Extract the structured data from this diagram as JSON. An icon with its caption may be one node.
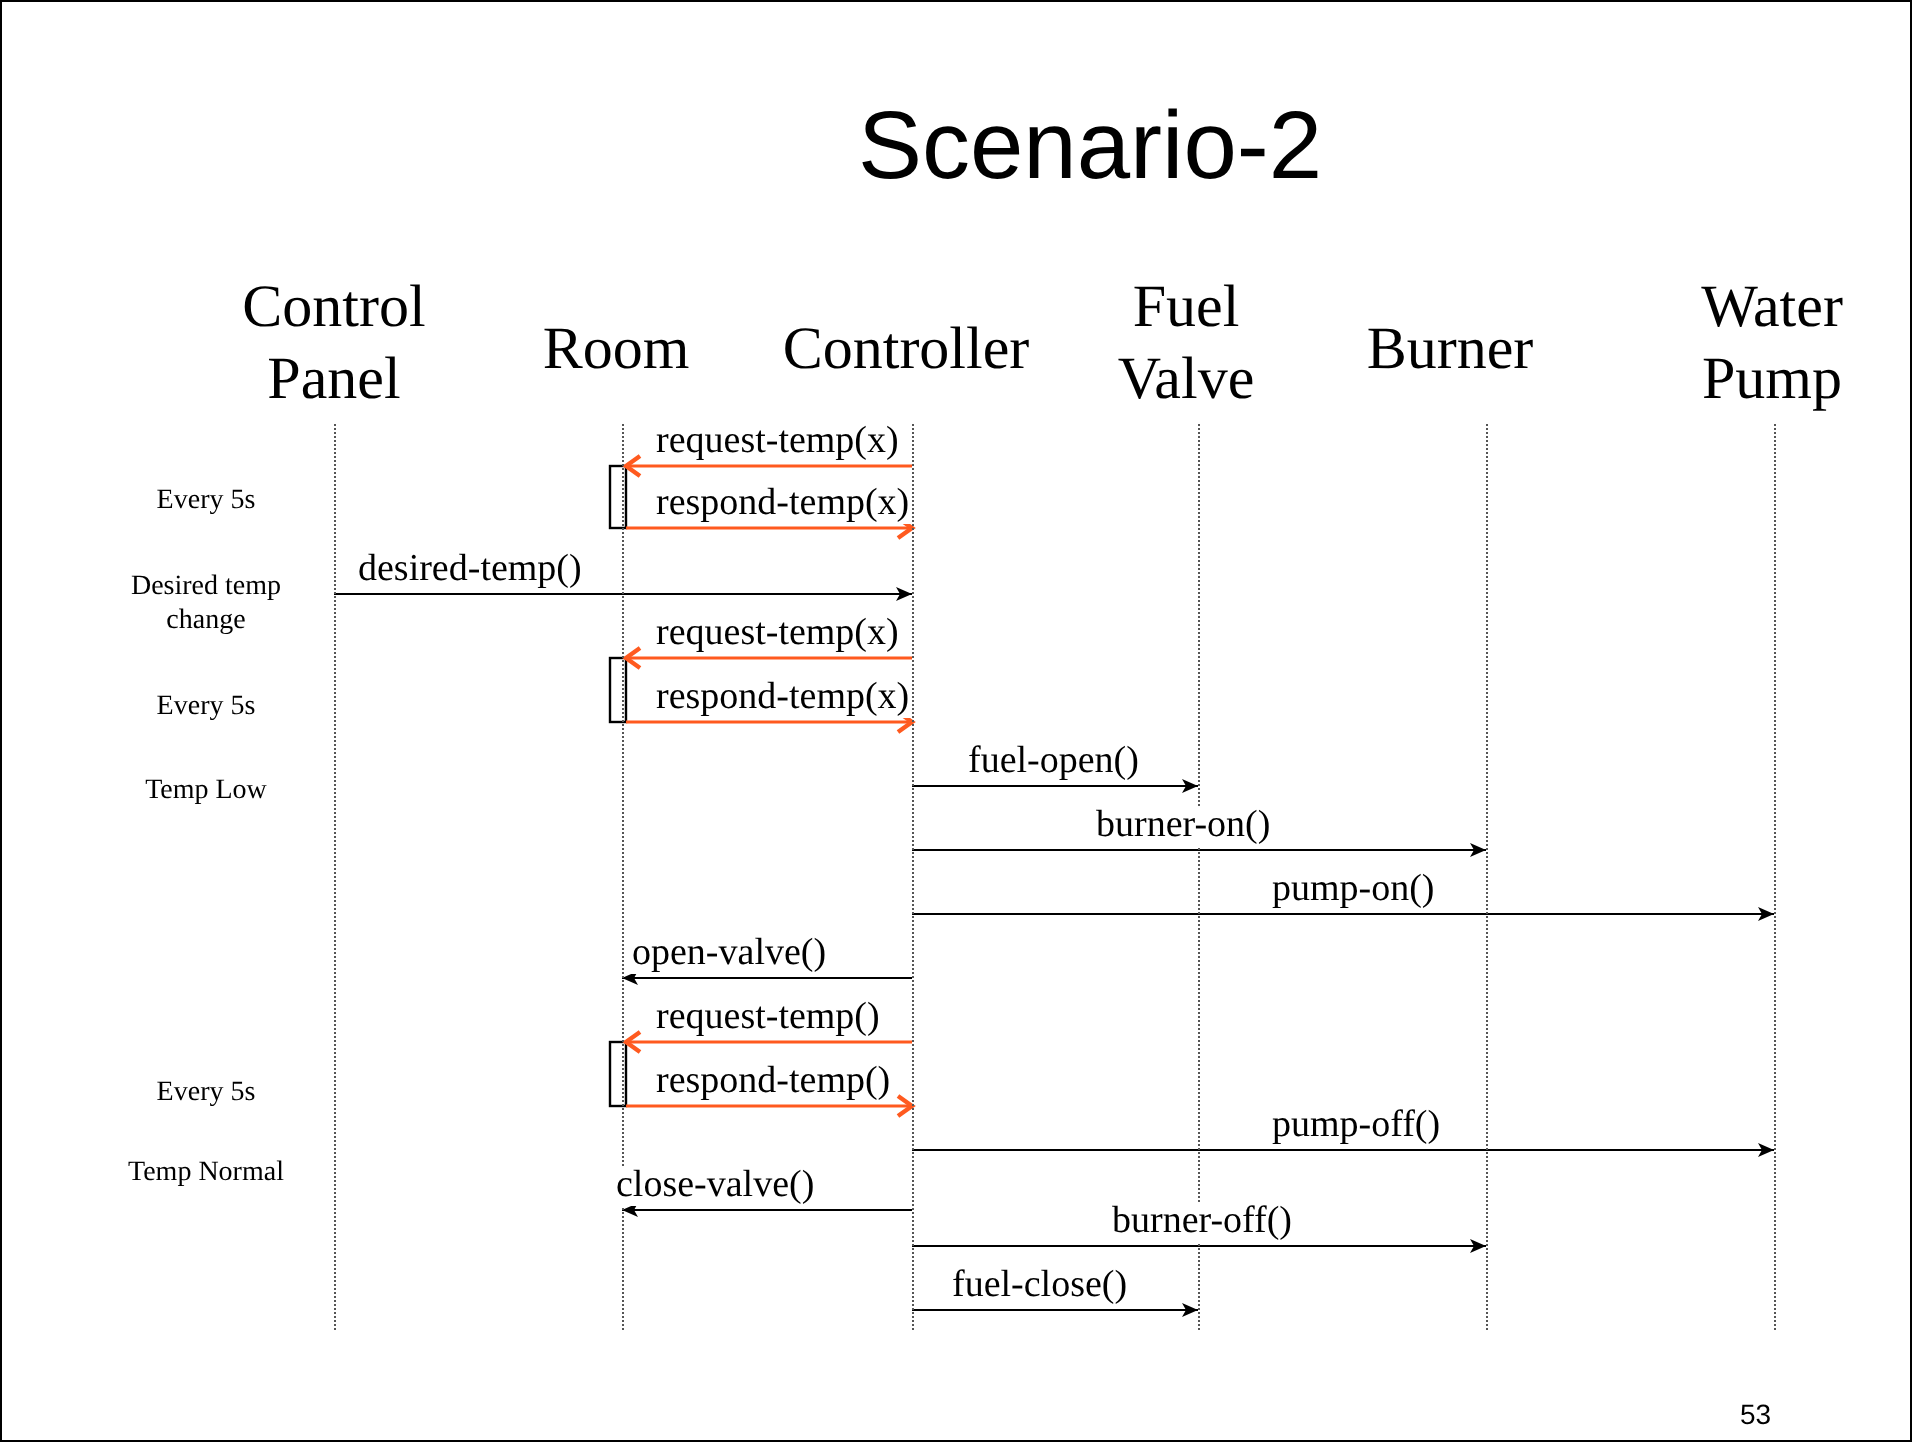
{
  "diagram": {
    "title": "Scenario-2",
    "nodes": [
      {
        "text": [
          "Control Panel"
        ]
      },
      {
        "text": [
          "Room"
        ]
      },
      {
        "text": [
          "Controller"
        ]
      },
      {
        "text": [
          "Fuel Valve"
        ]
      },
      {
        "text": [
          "Burner"
        ]
      },
      {
        "text": [
          "Water Pump"
        ]
      }
    ],
    "edges": [
      {
        "from": 2,
        "to": 1,
        "arrow": "to",
        "label": "request-temp(x)",
        "color": "#ff5a1f"
      },
      {
        "from": 1,
        "to": 2,
        "arrow": "to",
        "label": "respond-temp(x)",
        "color": "#ff5a1f"
      },
      {
        "from": 0,
        "to": 2,
        "arrow": "to",
        "label": "desired-temp()"
      },
      {
        "from": 2,
        "to": 1,
        "arrow": "to",
        "label": "request-temp(x)",
        "color": "#ff5a1f"
      },
      {
        "from": 1,
        "to": 2,
        "arrow": "to",
        "label": "respond-temp(x)",
        "color": "#ff5a1f"
      },
      {
        "from": 2,
        "to": 3,
        "arrow": "to",
        "label": "fuel-open()"
      },
      {
        "from": 2,
        "to": 4,
        "arrow": "to",
        "label": "burner-on()"
      },
      {
        "from": 2,
        "to": 5,
        "arrow": "to",
        "label": "pump-on()"
      },
      {
        "from": 2,
        "to": 1,
        "arrow": "to",
        "label": "open-valve()"
      },
      {
        "from": 2,
        "to": 1,
        "arrow": "to",
        "label": "request-temp()",
        "color": "#ff5a1f"
      },
      {
        "from": 1,
        "to": 2,
        "arrow": "to",
        "label": "respond-temp()",
        "color": "#ff5a1f"
      },
      {
        "from": 2,
        "to": 5,
        "arrow": "to",
        "label": "pump-off()"
      },
      {
        "from": 2,
        "to": 1,
        "arrow": "to",
        "label": "close-valve()"
      },
      {
        "from": 2,
        "to": 4,
        "arrow": "to",
        "label": "burner-off()"
      },
      {
        "from": 2,
        "to": 3,
        "arrow": "to",
        "label": "fuel-close()"
      }
    ],
    "labels": [
      "Every 5s",
      "Desired temp change",
      "Every 5s",
      "Temp Low",
      "Every 5s",
      "Temp Normal",
      "53"
    ]
  }
}
